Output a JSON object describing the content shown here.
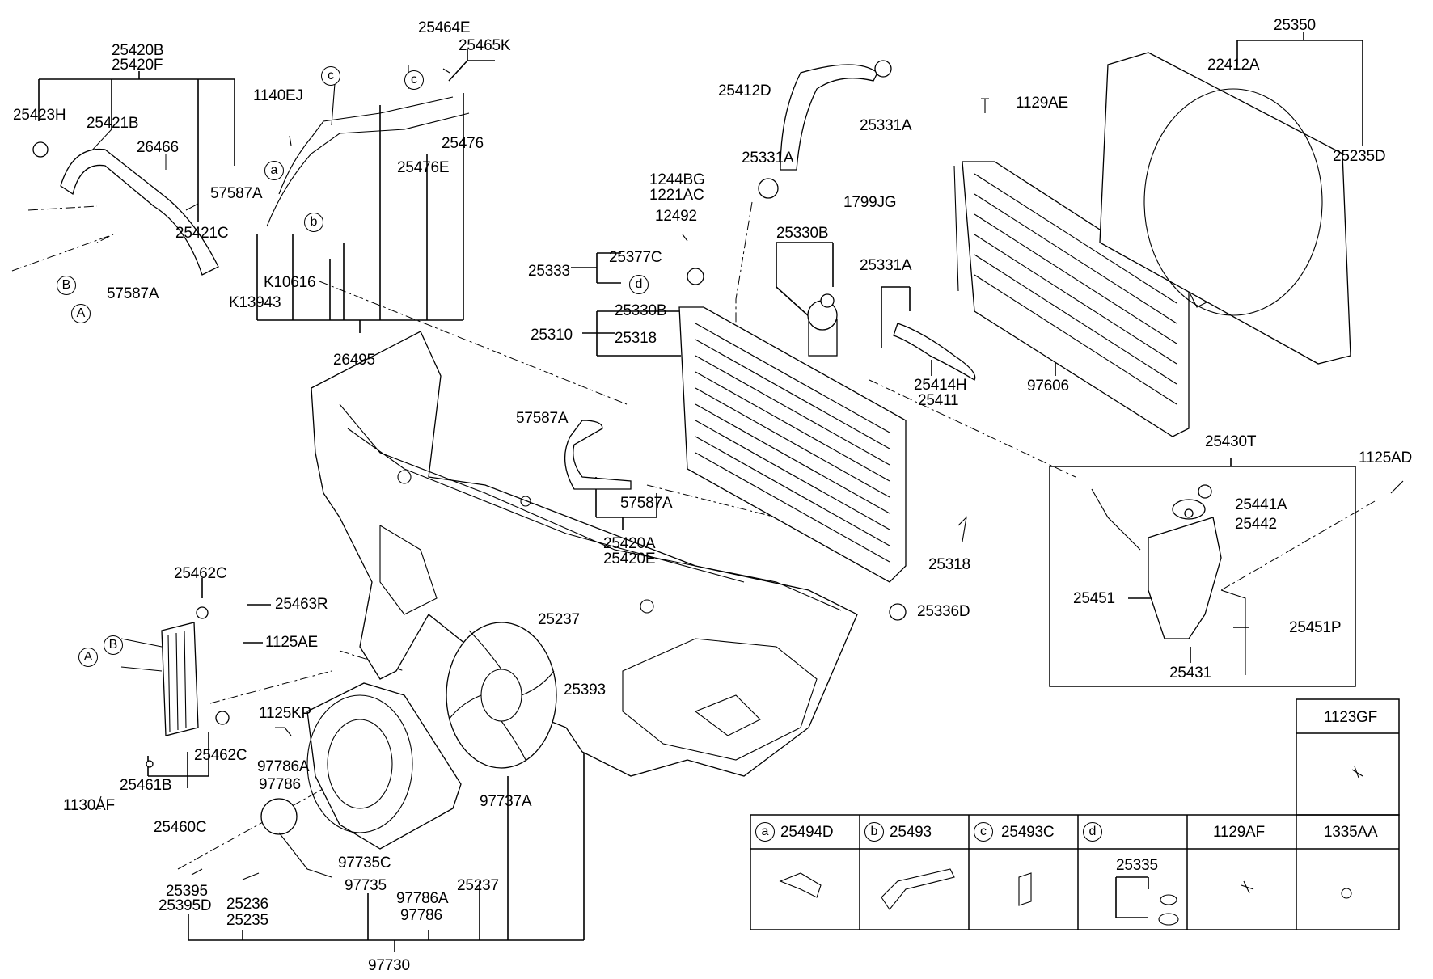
{
  "labels": {
    "l25420B": "25420B",
    "l25420F": "25420F",
    "l25423H": "25423H",
    "l25421B": "25421B",
    "l26466": "26466",
    "l57587A_1": "57587A",
    "l25421C": "25421C",
    "l57587A_2": "57587A",
    "l1140EJ": "1140EJ",
    "l25464E": "25464E",
    "l25465K": "25465K",
    "l25476": "25476",
    "l25476E": "25476E",
    "lK10616": "K10616",
    "lK13943": "K13943",
    "l26495": "26495",
    "l25412D": "25412D",
    "l25331A_1": "25331A",
    "l25331A_2": "25331A",
    "l1799JG": "1799JG",
    "l1244BG": "1244BG",
    "l1221AC": "1221AC",
    "l12492": "12492",
    "l25377C": "25377C",
    "l25333": "25333",
    "l25330B_1": "25330B",
    "l25330B_2": "25330B",
    "l25310": "25310",
    "l25318_1": "25318",
    "l25331A_3": "25331A",
    "l25414H": "25414H",
    "l25411": "25411",
    "l25350": "25350",
    "l22412A": "22412A",
    "l1129AE": "1129AE",
    "l25235D": "25235D",
    "l97606": "97606",
    "l57587A_3": "57587A",
    "l57587A_4": "57587A",
    "l25420A": "25420A",
    "l25420E": "25420E",
    "l25318_2": "25318",
    "l25336D": "25336D",
    "l25430T": "25430T",
    "l1125AD": "1125AD",
    "l25441A": "25441A",
    "l25442": "25442",
    "l25451": "25451",
    "l25451P": "25451P",
    "l25431": "25431",
    "l25462C_1": "25462C",
    "l25463R": "25463R",
    "l1125AE": "1125AE",
    "l25237_1": "25237",
    "l25393": "25393",
    "l1125KP": "1125KP",
    "l97786A_1": "97786A",
    "l97786_1": "97786",
    "l25462C_2": "25462C",
    "l25461B": "25461B",
    "l25460C": "25460C",
    "l1130AF": "1130AF",
    "l97737A": "97737A",
    "l97735C": "97735C",
    "l97735": "97735",
    "l25395": "25395",
    "l25395D": "25395D",
    "l25236": "25236",
    "l25235": "25235",
    "l97786A_2": "97786A",
    "l97786_2": "97786",
    "l25237_2": "25237",
    "l97730": "97730"
  },
  "callouts": {
    "ca": "a",
    "cb": "b",
    "cc1": "c",
    "cc2": "c",
    "cd": "d",
    "cA1": "A",
    "cB1": "B",
    "cA2": "A",
    "cB2": "B"
  },
  "legend_table": {
    "col_a": {
      "key": "a",
      "part": "25494D"
    },
    "col_b": {
      "key": "b",
      "part": "25493"
    },
    "col_c": {
      "key": "c",
      "part": "25493C"
    },
    "col_d": {
      "key": "d",
      "part": "25335"
    },
    "col_e": {
      "part": "1129AF"
    },
    "col_f": {
      "part": "1335AA"
    },
    "top": {
      "part": "1123GF"
    }
  }
}
